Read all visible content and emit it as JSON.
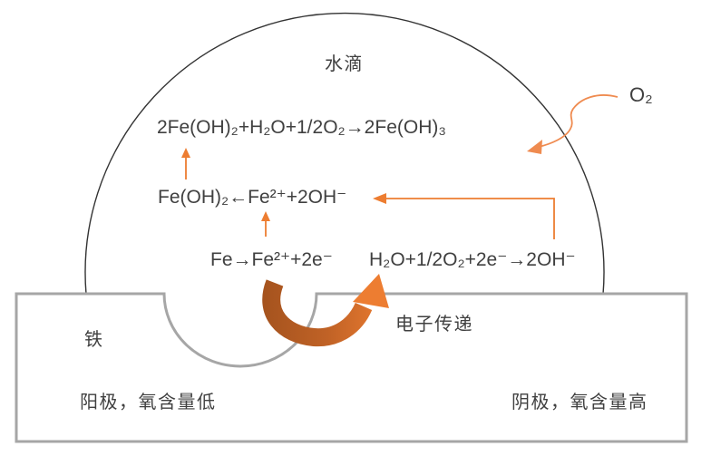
{
  "colors": {
    "text_color": "#404040",
    "outline_black": "#333333",
    "metal_gray": "#A6A6A6",
    "arrow_orange": "#ED7D31",
    "arrow_dark_orange": "#AE5822",
    "o2_arrow_orange": "#EF8B50"
  },
  "droplet": {
    "label": "水滴"
  },
  "oxygen": {
    "label": "O₂"
  },
  "equations": {
    "rust_formation": "2Fe(OH)₂+H₂O+1/2O₂→2Fe(OH)₃",
    "hydroxide_formation": "Fe(OH)₂←Fe²⁺+2OH⁻",
    "anode_oxidation": "Fe→Fe²⁺+2e⁻",
    "cathode_reduction": "H₂O+1/2O₂+2e⁻→2OH⁻"
  },
  "iron": {
    "label": "铁"
  },
  "electron_transfer": {
    "label": "电子传递"
  },
  "anode": {
    "label": "阳极，氧含量低"
  },
  "cathode": {
    "label": "阴极，氧含量高"
  }
}
